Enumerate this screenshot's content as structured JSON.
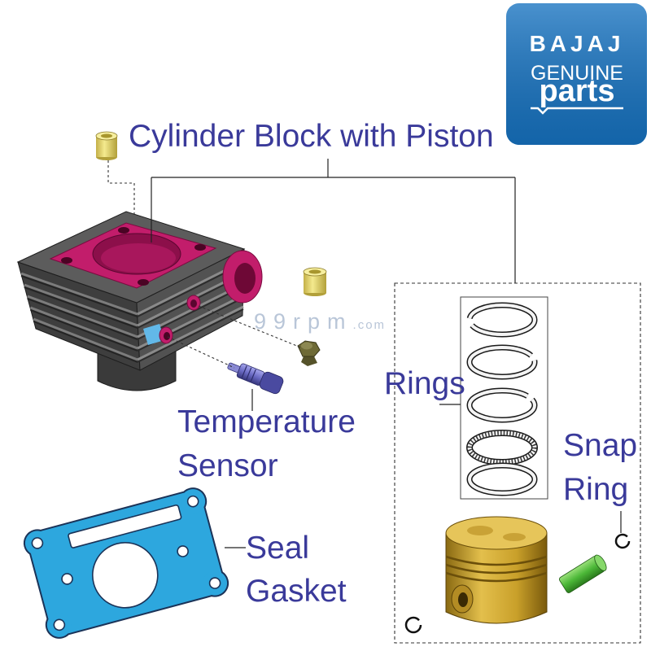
{
  "logo": {
    "brand": "BAJAJ",
    "line2": "GENUINE",
    "line3": "parts"
  },
  "watermark": {
    "main": "99rpm",
    "suffix": ".com"
  },
  "labels": {
    "cylinder_block": "Cylinder Block with Piston",
    "rings": "Rings",
    "snap_ring": [
      "Snap",
      "Ring"
    ],
    "temperature_sensor": [
      "Temperature",
      "Sensor"
    ],
    "seal_gasket": [
      "Seal",
      "Gasket"
    ]
  },
  "colors": {
    "label": "#3a3a9a",
    "logo": "#1672c0",
    "cylinder_deck": "#c21d6b",
    "gasket": "#2da7de",
    "watermark": "#b9c6d8"
  }
}
